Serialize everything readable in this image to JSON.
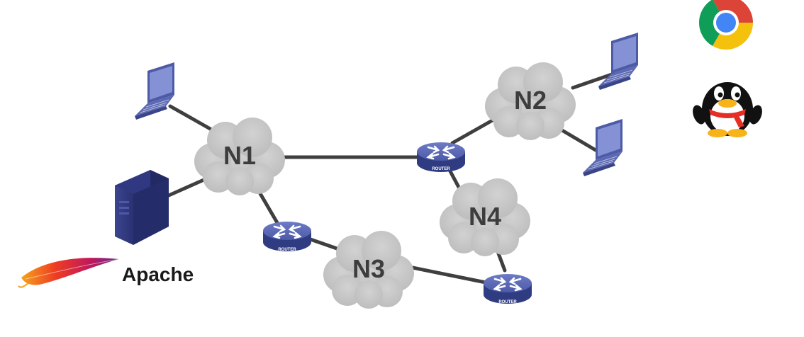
{
  "clouds": [
    {
      "id": "n1",
      "label": "N1"
    },
    {
      "id": "n2",
      "label": "N2"
    },
    {
      "id": "n3",
      "label": "N3"
    },
    {
      "id": "n4",
      "label": "N4"
    }
  ],
  "routers": [
    {
      "id": "r1",
      "label": "ROUTER"
    },
    {
      "id": "r2",
      "label": "ROUTER"
    },
    {
      "id": "r3",
      "label": "ROUTER"
    }
  ],
  "server": {
    "label": "Apache"
  },
  "icons": {
    "browser": "chrome-icon",
    "messenger": "qq-penguin-icon",
    "server": "apache-feather-icon"
  },
  "colors": {
    "cloud": "#c6c6c6",
    "cloud_text": "#3d3d3d",
    "link": "#3f3f3f",
    "router_top": "#5a68b5",
    "router_side": "#303c82",
    "laptop": "#5a68b5",
    "server": "#2c3474"
  }
}
